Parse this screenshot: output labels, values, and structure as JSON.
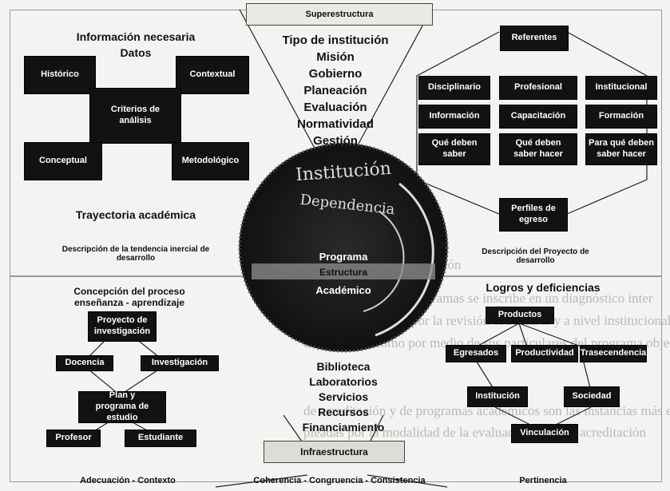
{
  "top_center": {
    "superestructura": "Superestructura",
    "items": [
      "Tipo de institución",
      "Misión",
      "Gobierno",
      "Planeación",
      "Evaluación",
      "Normatividad",
      "Gestión"
    ]
  },
  "left_top": {
    "title1": "Información necesaria",
    "title2": "Datos",
    "historico": "Histórico",
    "contextual": "Contextual",
    "criterios": "Criterios de análisis",
    "conceptual": "Conceptual",
    "metodologico": "Metodológico",
    "trayectoria": "Trayectoria académica",
    "descripcion": "Descripción de la tendencia inercial de desarrollo"
  },
  "right_top": {
    "referentes": "Referentes",
    "grid": [
      "Disciplinario",
      "Profesional",
      "Institucional",
      "Información",
      "Capacitación",
      "Formación",
      "Qué deben saber",
      "Qué deben saber hacer",
      "Para qué deben saber hacer"
    ],
    "perfiles": "Perfiles de egreso",
    "descripcion": "Descripción del Proyecto de desarrollo"
  },
  "center": {
    "institucion": "Institución",
    "dependencia": "Dependencia",
    "programa": "Programa",
    "estructura": "Estructura",
    "academico": "Académico"
  },
  "left_bottom": {
    "title": "Concepción del proceso enseñanza - aprendizaje",
    "proyecto": "Proyecto de investigación",
    "docencia": "Docencia",
    "investigacion": "Investigación",
    "plan": "Plan y programa de estudio",
    "profesor": "Profesor",
    "estudiante": "Estudiante",
    "footer": "Adecuación - Contexto"
  },
  "right_bottom": {
    "title": "Logros y deficiencias",
    "productos": "Productos",
    "egresados": "Egresados",
    "productividad": "Productividad",
    "trascendencia": "Trasecendencia",
    "institucion": "Institución",
    "sociedad": "Sociedad",
    "vinculacion": "Vinculación",
    "footer": "Pertinencia"
  },
  "bottom_center": {
    "items": [
      "Biblioteca",
      "Laboratorios",
      "Servicios",
      "Recursos",
      "Financiamiento"
    ],
    "infraestructura": "Infraestructura",
    "footer": "Coherencia - Congruencia - Consistencia"
  }
}
